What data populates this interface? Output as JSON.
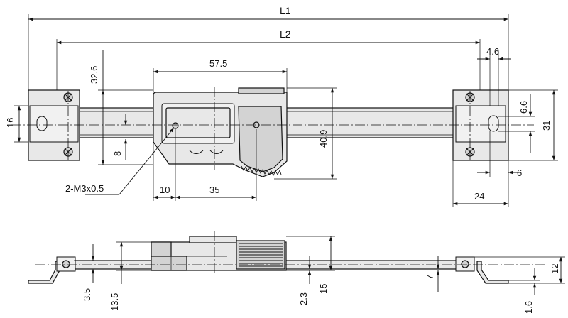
{
  "dimensions": {
    "l1": "L1",
    "l2": "L2",
    "d46": "4.6",
    "d326": "32.6",
    "d575": "57.5",
    "d16": "16",
    "d8": "8",
    "d409": "40.9",
    "d66": "6.6",
    "d31": "31",
    "d6": "6",
    "d24": "24",
    "d10": "10",
    "d35": "35",
    "thread": "2-M3x0.5",
    "d35b": "3.5",
    "d135": "13.5",
    "d23": "2.3",
    "d15": "15",
    "d7": "7",
    "d12": "12",
    "d16b": "1.6"
  }
}
